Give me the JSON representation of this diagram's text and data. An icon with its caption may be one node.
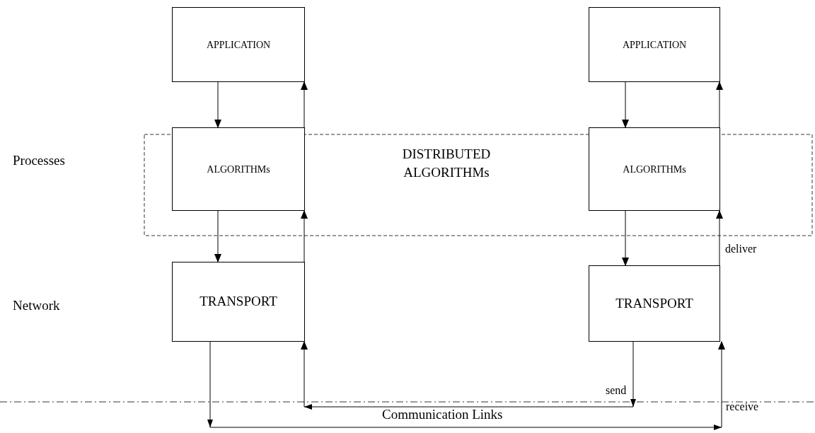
{
  "diagram": {
    "nodes": [
      {
        "text": [
          "APPLICATION"
        ]
      },
      {
        "text": [
          "APPLICATION"
        ]
      },
      {
        "text": [
          "ALGORITHMs"
        ]
      },
      {
        "text": [
          "ALGORITHMs"
        ]
      },
      {
        "text": [
          "TRANSPORT"
        ]
      },
      {
        "text": [
          "TRANSPORT"
        ]
      }
    ],
    "edges": [
      {
        "from": 0,
        "to": 2,
        "arrow": "to"
      },
      {
        "from": 2,
        "to": 0,
        "arrow": "to"
      },
      {
        "from": 1,
        "to": 3,
        "arrow": "to"
      },
      {
        "from": 3,
        "to": 1,
        "arrow": "to"
      },
      {
        "from": 2,
        "to": 4,
        "arrow": "to"
      },
      {
        "from": 4,
        "to": 2,
        "arrow": "to"
      },
      {
        "from": 3,
        "to": 5,
        "arrow": "to"
      },
      {
        "from": 5,
        "to": 3,
        "arrow": "to",
        "label": "deliver"
      },
      {
        "from": 4,
        "to": 5,
        "arrow": "to",
        "label": "receive"
      },
      {
        "from": 5,
        "to": 4,
        "arrow": "to",
        "label": "send"
      }
    ],
    "labels": [
      "Processes",
      "DISTRIBUTED ALGORITHMs",
      "Network",
      "Communication Links"
    ]
  }
}
